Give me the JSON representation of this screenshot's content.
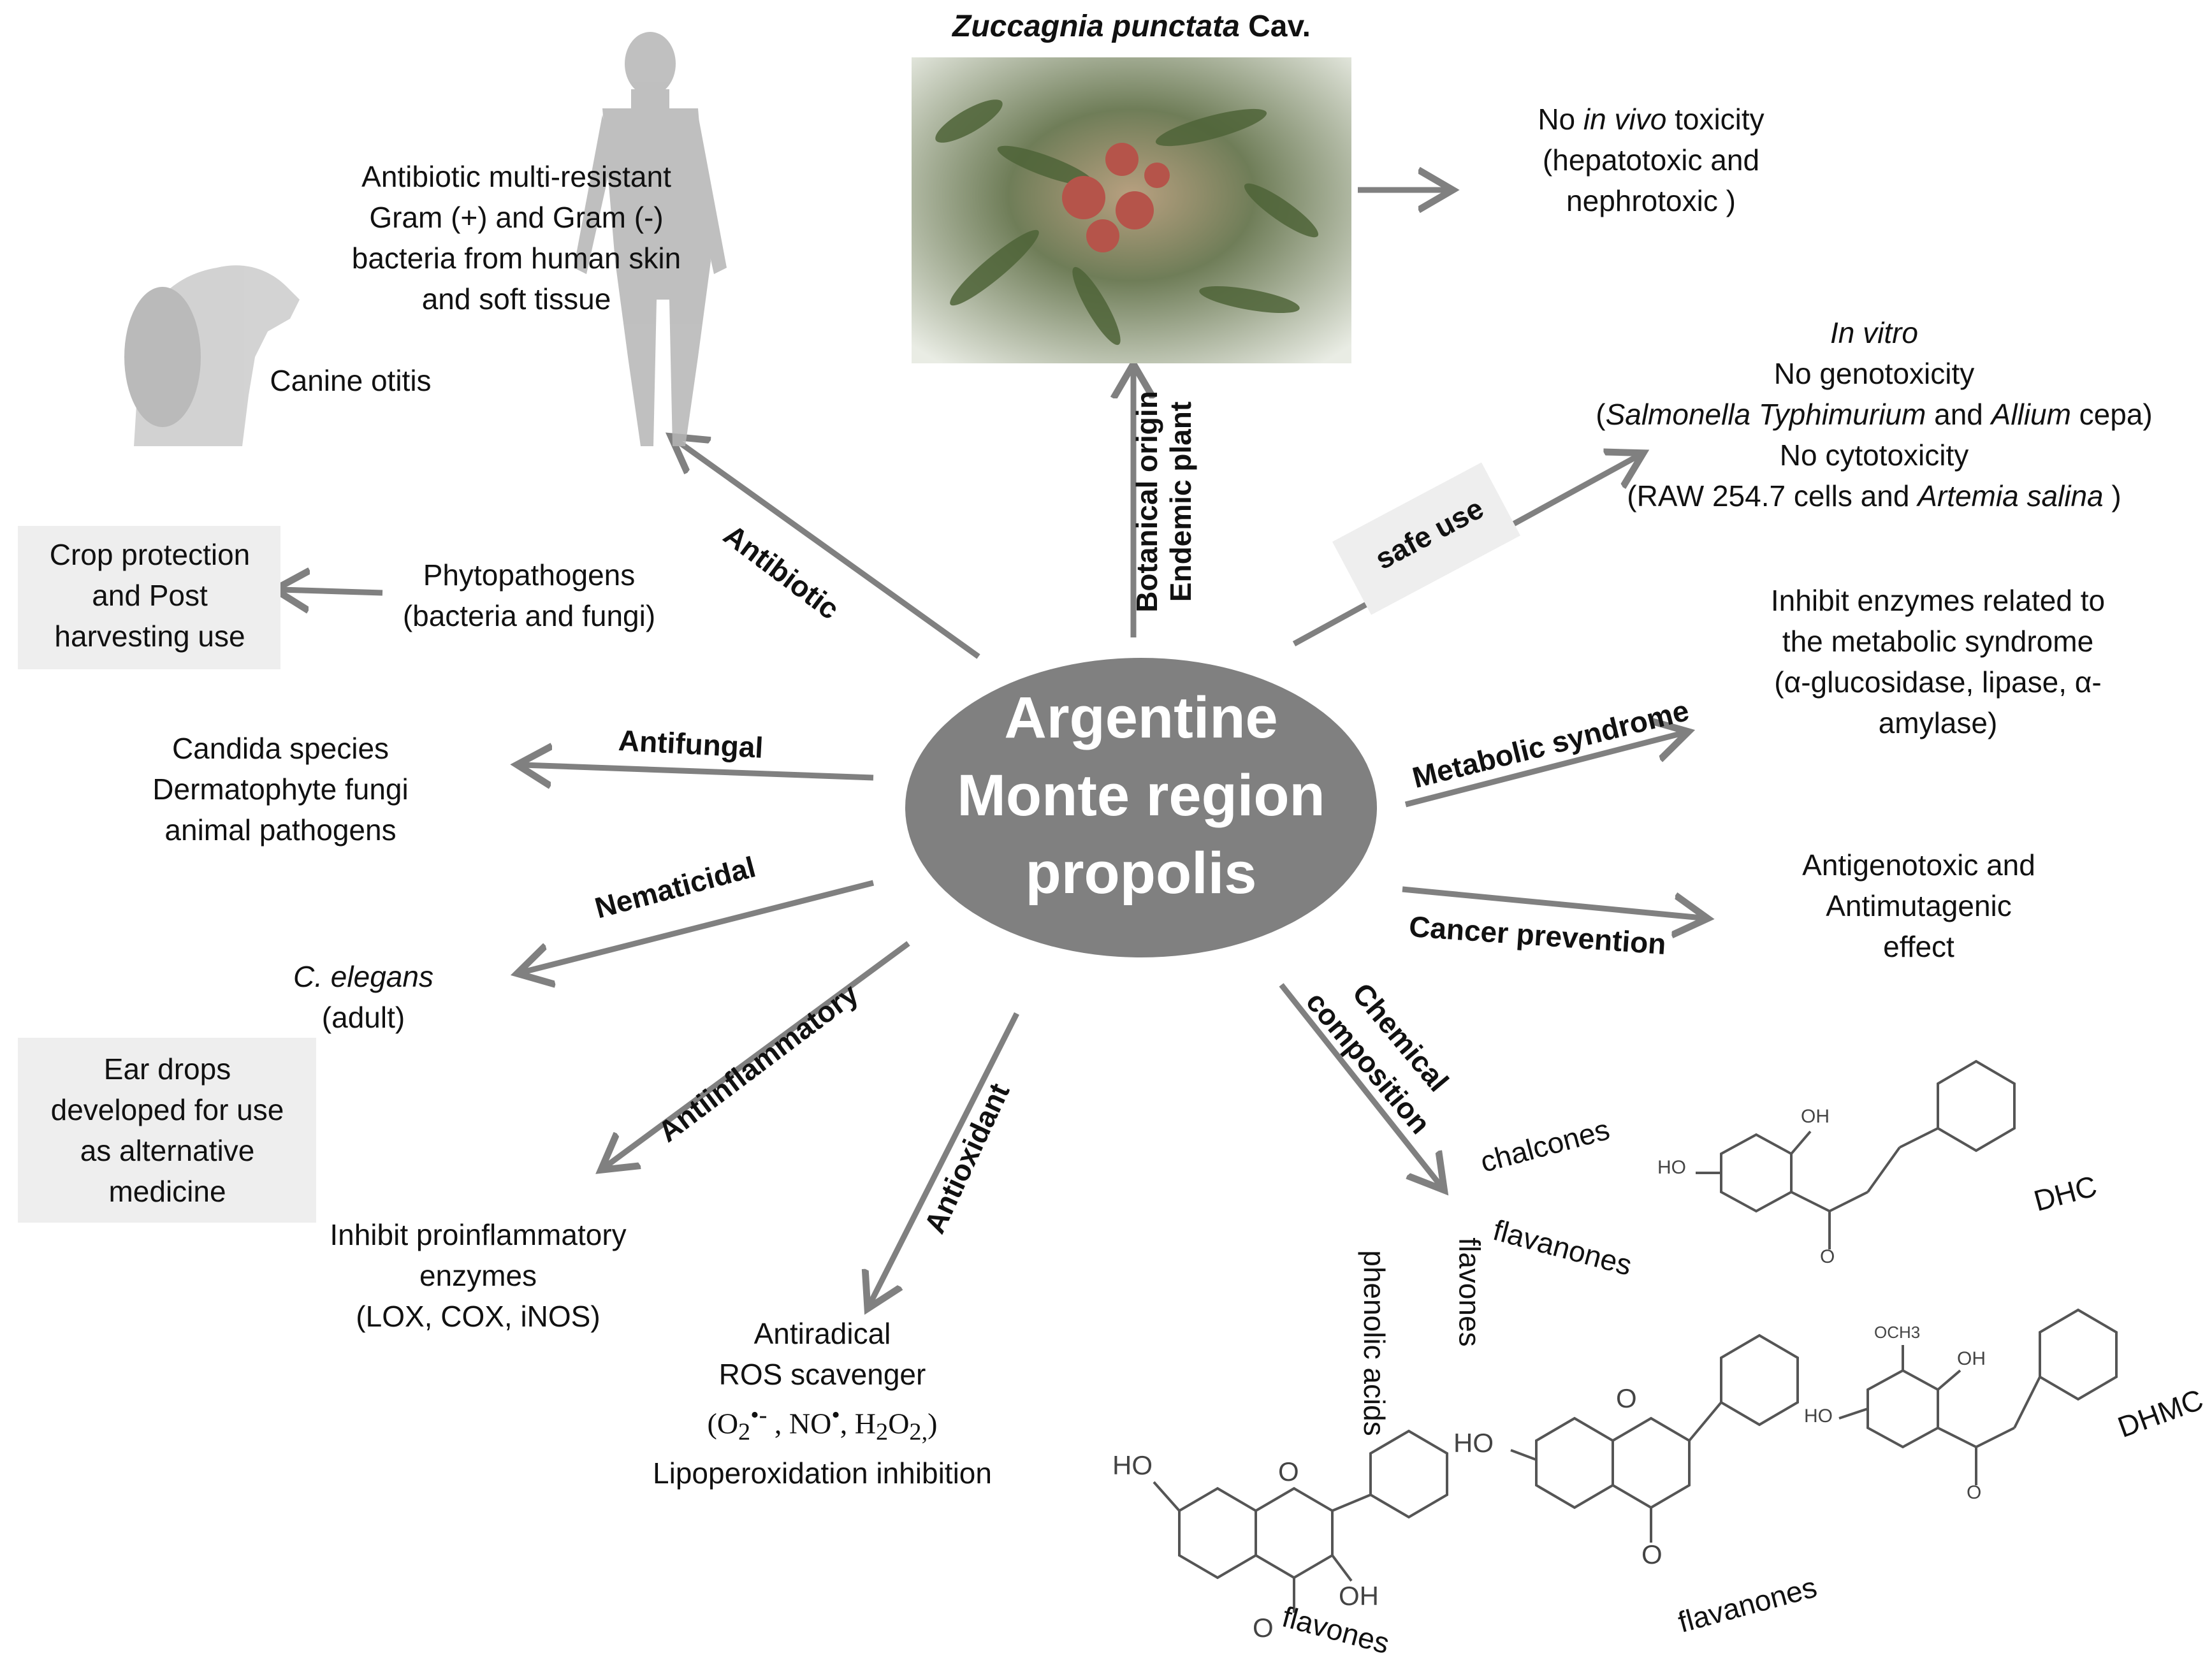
{
  "center": {
    "lines": [
      "Argentine",
      "Monte region",
      "propolis"
    ],
    "fill": "#808080"
  },
  "plant": {
    "name_italic": "Zuccagnia punctata",
    "name_rest": " Cav."
  },
  "arrow_labels": {
    "botanical": "Botanical origin",
    "endemic": "Endemic plant",
    "antibiotic": "Antibiotic",
    "antifungal": "Antifungal",
    "nematicidal": "Nematicidal",
    "antiinflammatory": "Antiinflammatory",
    "antioxidant": "Antioxidant",
    "chemical_1": "Chemical",
    "chemical_2": "composition",
    "safe_use": "safe use",
    "metabolic": "Metabolic syndrome",
    "cancer": "Cancer prevention"
  },
  "texts": {
    "toxicity": {
      "l1_pre": "No ",
      "l1_italic": "in vivo",
      "l1_post": " toxicity",
      "l2": "(hepatotoxic and",
      "l3": "nephrotoxic )"
    },
    "in_vitro": {
      "l1": "In vitro",
      "l2": "No genotoxicity",
      "l3_a": "(",
      "l3_b": "Salmonella Typhimurium",
      "l3_c": " and ",
      "l3_d": "Allium",
      "l3_e": " cepa)",
      "l4": "No cytotoxicity",
      "l5_a": "(RAW 254.7 cells and ",
      "l5_b": "Artemia salina",
      "l5_c": " )"
    },
    "enzymes": {
      "l1": "Inhibit enzymes related to",
      "l2": "the metabolic syndrome",
      "l3": "(α-glucosidase, lipase, α-",
      "l4": "amylase)"
    },
    "antigeno": {
      "l1": "Antigenotoxic and",
      "l2": "Antimutagenic",
      "l3": "effect"
    },
    "bacteria": {
      "l1": "Antibiotic multi-resistant",
      "l2": "Gram (+) and Gram (-)",
      "l3": "bacteria from human skin",
      "l4": "and soft tissue"
    },
    "canine": "Canine otitis",
    "crop": {
      "l1": "Crop protection",
      "l2": "and Post",
      "l3": "harvesting use"
    },
    "phyto": {
      "l1": "Phytopathogens",
      "l2": "(bacteria and fungi)"
    },
    "candida": {
      "l1": "Candida species",
      "l2": "Dermatophyte fungi",
      "l3": "animal pathogens"
    },
    "elegans": {
      "l1": "C. elegans",
      "l2": "(adult)"
    },
    "ear": {
      "l1": "Ear drops",
      "l2": "developed for use",
      "l3": "as alternative",
      "l4": "medicine"
    },
    "proinfl": {
      "l1": "Inhibit proinflammatory",
      "l2": "enzymes",
      "l3": "(LOX, COX, iNOS)"
    },
    "antiradical": {
      "l1": "Antiradical",
      "l2": "ROS scavenger",
      "l3_a": "(O",
      "l3_b": "2",
      "l3_c": "•-",
      "l3_d": " , NO",
      "l3_e": "•",
      "l3_f": ", H",
      "l3_g": "2",
      "l3_h": "O",
      "l3_i": "2,",
      "l3_j": ")",
      "l4": "Lipoperoxidation inhibition"
    }
  },
  "chem": {
    "chalcones": "chalcones",
    "flavanones_top": "flavanones",
    "flavones_v": "flavones",
    "phenolic": "phenolic acids",
    "dhc": "DHC",
    "dhmc": "DHMC",
    "flavanones_bottom": "flavanones",
    "flavones_bottom": "flavones",
    "atoms": {
      "ho": "HO",
      "oh": "OH",
      "o": "O",
      "och3": "OCH3"
    }
  },
  "colors": {
    "arrow": "#808080",
    "box": "#eeeeee",
    "plant_bg": "#6a7a55"
  }
}
